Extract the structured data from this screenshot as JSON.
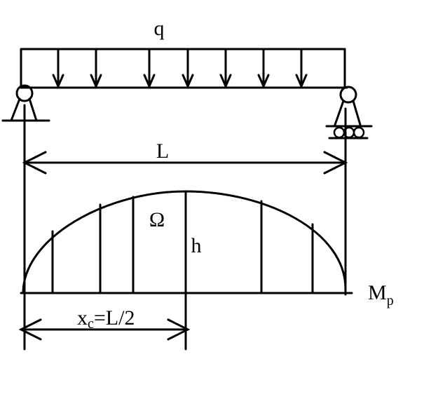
{
  "labels": {
    "load": "q",
    "span": "L",
    "area": "Ω",
    "height": "h",
    "moment_main": "M",
    "moment_sub": "p",
    "centroid_main": "x",
    "centroid_sub": "c",
    "centroid_rest": "=L/2"
  }
}
